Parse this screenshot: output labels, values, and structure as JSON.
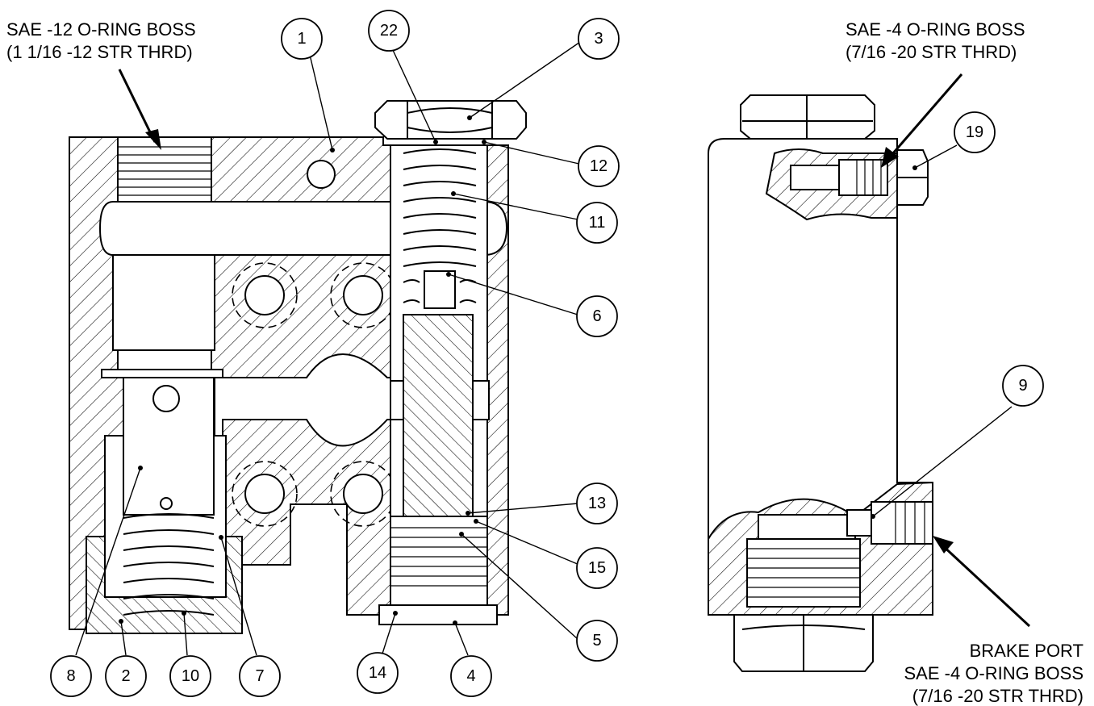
{
  "notes": {
    "top_left": [
      "SAE  -12 O-RING BOSS",
      "(1 1/16 -12 STR THRD)"
    ],
    "top_right": [
      "SAE  -4 O-RING BOSS",
      "(7/16 -20 STR THRD)"
    ],
    "bottom_right": [
      "BRAKE PORT",
      "SAE  -4 O-RING BOSS",
      "(7/16 -20 STR THRD)"
    ]
  },
  "balloons": {
    "b1": "1",
    "b22": "22",
    "b3": "3",
    "b12": "12",
    "b11": "11",
    "b6": "6",
    "b13": "13",
    "b15": "15",
    "b5": "5",
    "b4": "4",
    "b14": "14",
    "b8": "8",
    "b2": "2",
    "b10": "10",
    "b7": "7",
    "b19": "19",
    "b9": "9"
  }
}
